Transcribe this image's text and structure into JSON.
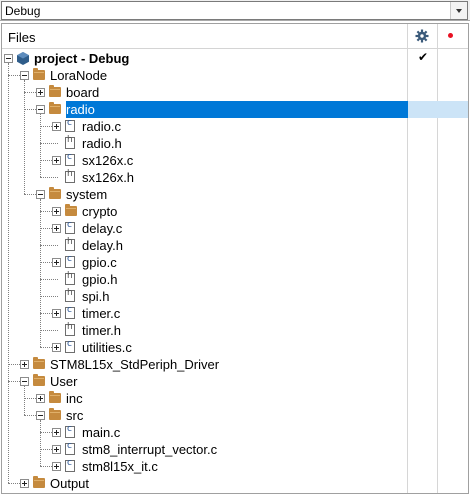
{
  "config": {
    "selected": "Debug"
  },
  "header": {
    "files_label": "Files"
  },
  "tree": [
    {
      "label": "project - Debug",
      "level": 0,
      "icon": "project",
      "expander": "minus",
      "bold": true,
      "check": "✔"
    },
    {
      "label": "LoraNode",
      "level": 1,
      "icon": "folder",
      "expander": "minus"
    },
    {
      "label": "board",
      "level": 2,
      "icon": "folder",
      "expander": "plus"
    },
    {
      "label": "radio",
      "level": 2,
      "icon": "folder",
      "expander": "minus",
      "selected": true
    },
    {
      "label": "radio.c",
      "level": 3,
      "icon": "c",
      "expander": "plus"
    },
    {
      "label": "radio.h",
      "level": 3,
      "icon": "h",
      "expander": "none"
    },
    {
      "label": "sx126x.c",
      "level": 3,
      "icon": "c",
      "expander": "plus"
    },
    {
      "label": "sx126x.h",
      "level": 3,
      "icon": "h",
      "expander": "none"
    },
    {
      "label": "system",
      "level": 2,
      "icon": "folder",
      "expander": "minus"
    },
    {
      "label": "crypto",
      "level": 3,
      "icon": "folder",
      "expander": "plus"
    },
    {
      "label": "delay.c",
      "level": 3,
      "icon": "c",
      "expander": "plus"
    },
    {
      "label": "delay.h",
      "level": 3,
      "icon": "h",
      "expander": "none"
    },
    {
      "label": "gpio.c",
      "level": 3,
      "icon": "c",
      "expander": "plus"
    },
    {
      "label": "gpio.h",
      "level": 3,
      "icon": "h",
      "expander": "none"
    },
    {
      "label": "spi.h",
      "level": 3,
      "icon": "h",
      "expander": "none"
    },
    {
      "label": "timer.c",
      "level": 3,
      "icon": "c",
      "expander": "plus"
    },
    {
      "label": "timer.h",
      "level": 3,
      "icon": "h",
      "expander": "none"
    },
    {
      "label": "utilities.c",
      "level": 3,
      "icon": "c",
      "expander": "plus"
    },
    {
      "label": "STM8L15x_StdPeriph_Driver",
      "level": 1,
      "icon": "folder",
      "expander": "plus"
    },
    {
      "label": "User",
      "level": 1,
      "icon": "folder",
      "expander": "minus"
    },
    {
      "label": "inc",
      "level": 2,
      "icon": "folder",
      "expander": "plus"
    },
    {
      "label": "src",
      "level": 2,
      "icon": "folder",
      "expander": "minus"
    },
    {
      "label": "main.c",
      "level": 3,
      "icon": "c",
      "expander": "plus"
    },
    {
      "label": "stm8_interrupt_vector.c",
      "level": 3,
      "icon": "c",
      "expander": "plus"
    },
    {
      "label": "stm8l15x_it.c",
      "level": 3,
      "icon": "c",
      "expander": "plus"
    },
    {
      "label": "Output",
      "level": 1,
      "icon": "folder",
      "expander": "plus"
    }
  ],
  "colors": {
    "selection": "#0078d7",
    "folder": "#c58a3e",
    "breakpoint_dot": "#e81123"
  },
  "icons": {
    "options_column": "gear-icon",
    "breakpoint_column": "red-dot-icon"
  }
}
